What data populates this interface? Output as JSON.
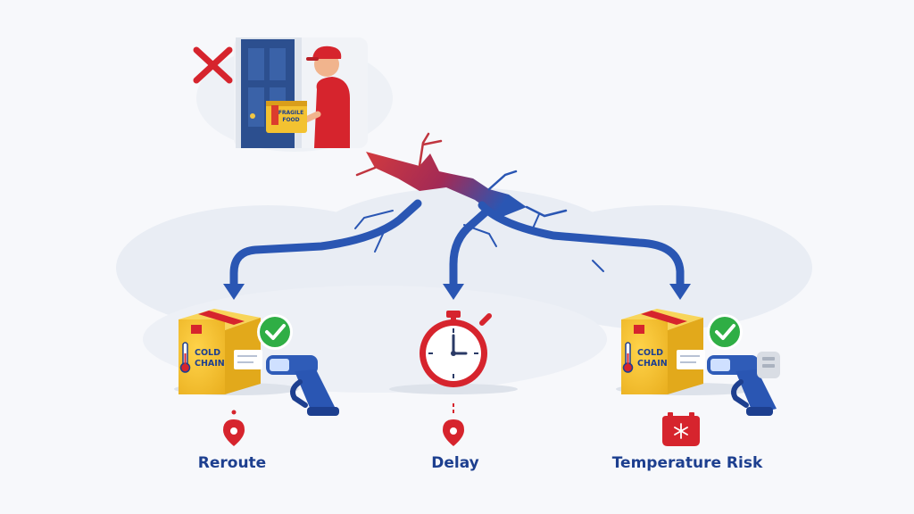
{
  "branches": [
    {
      "label": "Reroute"
    },
    {
      "label": "Delay"
    },
    {
      "label": "Temperature Risk"
    }
  ],
  "box_text": [
    "COLD",
    "CHAIN"
  ],
  "doorstep_box_text": [
    "FRAGILE",
    "FOOD"
  ],
  "icons": [
    "failed-delivery-x-icon",
    "check-icon",
    "barcode-scanner-icon",
    "stopwatch-icon",
    "map-pin-icon",
    "thermometer-icon",
    "snowflake-icon"
  ],
  "colors": {
    "blue": "#2a56b3",
    "red": "#d6242d",
    "navy": "#1d3f8f",
    "gold": "#f3c231",
    "green": "#2fae45"
  }
}
